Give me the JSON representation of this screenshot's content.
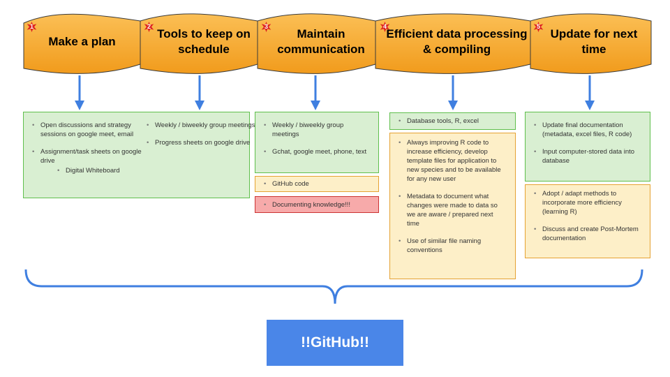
{
  "banners": [
    {
      "num": "1",
      "title": "Make a plan"
    },
    {
      "num": "2",
      "title": "Tools to keep on schedule"
    },
    {
      "num": "3",
      "title": "Maintain communication"
    },
    {
      "num": "4",
      "title": "Efficient data processing & compiling"
    },
    {
      "num": "5",
      "title": "Update for next time"
    }
  ],
  "col1": {
    "left": [
      "Open discussions and strategy sessions on google meet, email",
      "Assignment/task sheets on google drive"
    ],
    "left_sub": "Digital Whiteboard",
    "right": [
      "Weekly / biweekly group meetings",
      "Progress sheets on google drive"
    ]
  },
  "col3": {
    "green": [
      "Weekly / biweekly group meetings",
      "Gchat, google meet, phone, text"
    ],
    "yellow": "GitHub code",
    "red": "Documenting knowledge!!!"
  },
  "col4": {
    "green": "Database tools, R, excel",
    "yellow": [
      "Always improving R code to increase efficiency, develop template files for application to new species and to be available for any new user",
      "Metadata to document what changes were made to data so we are aware / prepared next time",
      "Use of similar file naming conventions"
    ]
  },
  "col5": {
    "green": [
      "Update final documentation (metadata, excel files, R code)",
      "Input computer-stored data into database"
    ],
    "yellow": [
      "Adopt / adapt methods to incorporate more efficiency (learning R)",
      "Discuss and create Post-Mortem documentation"
    ]
  },
  "footer": {
    "label": "!!GitHub!!"
  },
  "colors": {
    "banner": "#f6a623",
    "arrow": "#3f7fe0",
    "github": "#4a86e8",
    "badge": "#dd2222"
  }
}
